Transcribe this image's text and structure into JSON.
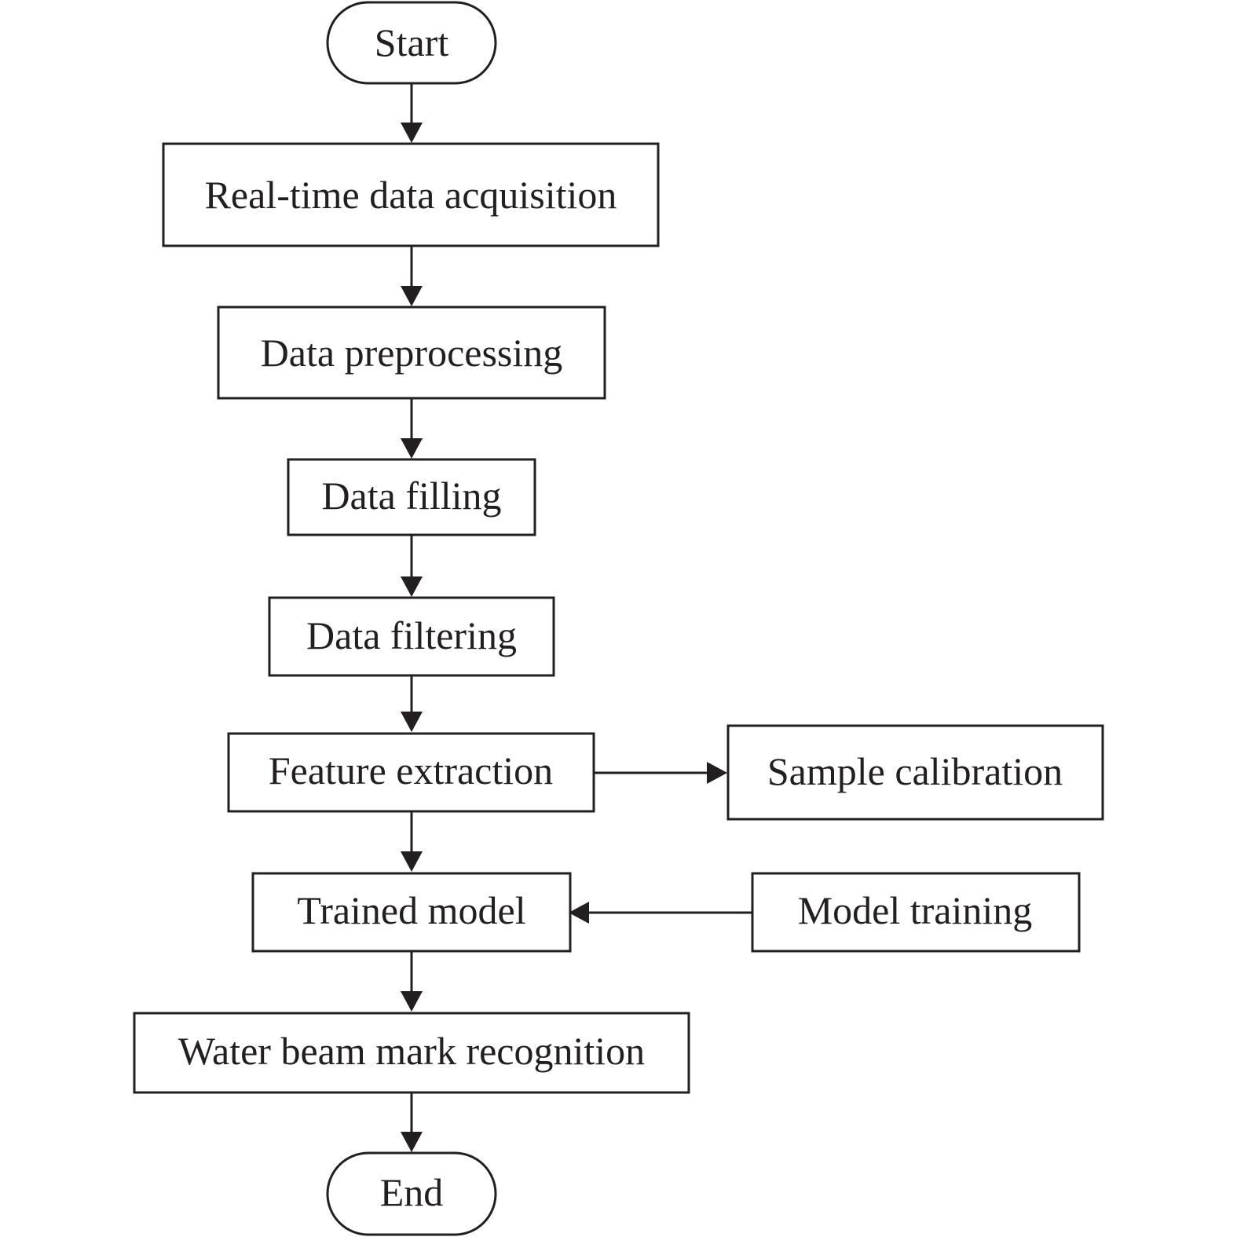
{
  "diagram": {
    "stroke_color": "#231f20",
    "nodes": {
      "start": {
        "label": "Start",
        "shape": "terminator"
      },
      "acquisition": {
        "label": "Real-time data acquisition",
        "shape": "process"
      },
      "preprocessing": {
        "label": "Data preprocessing",
        "shape": "process"
      },
      "filling": {
        "label": "Data filling",
        "shape": "process"
      },
      "filtering": {
        "label": "Data filtering",
        "shape": "process"
      },
      "feature": {
        "label": "Feature extraction",
        "shape": "process"
      },
      "calibration": {
        "label": "Sample calibration",
        "shape": "process"
      },
      "trained": {
        "label": "Trained model",
        "shape": "process"
      },
      "training": {
        "label": "Model training",
        "shape": "process"
      },
      "recognition": {
        "label": "Water beam mark recognition",
        "shape": "process"
      },
      "end": {
        "label": "End",
        "shape": "terminator"
      }
    },
    "edges": [
      {
        "from": "start",
        "to": "acquisition"
      },
      {
        "from": "acquisition",
        "to": "preprocessing"
      },
      {
        "from": "preprocessing",
        "to": "filling"
      },
      {
        "from": "filling",
        "to": "filtering"
      },
      {
        "from": "filtering",
        "to": "feature"
      },
      {
        "from": "feature",
        "to": "calibration"
      },
      {
        "from": "feature",
        "to": "trained"
      },
      {
        "from": "training",
        "to": "trained"
      },
      {
        "from": "trained",
        "to": "recognition"
      },
      {
        "from": "recognition",
        "to": "end"
      }
    ]
  }
}
